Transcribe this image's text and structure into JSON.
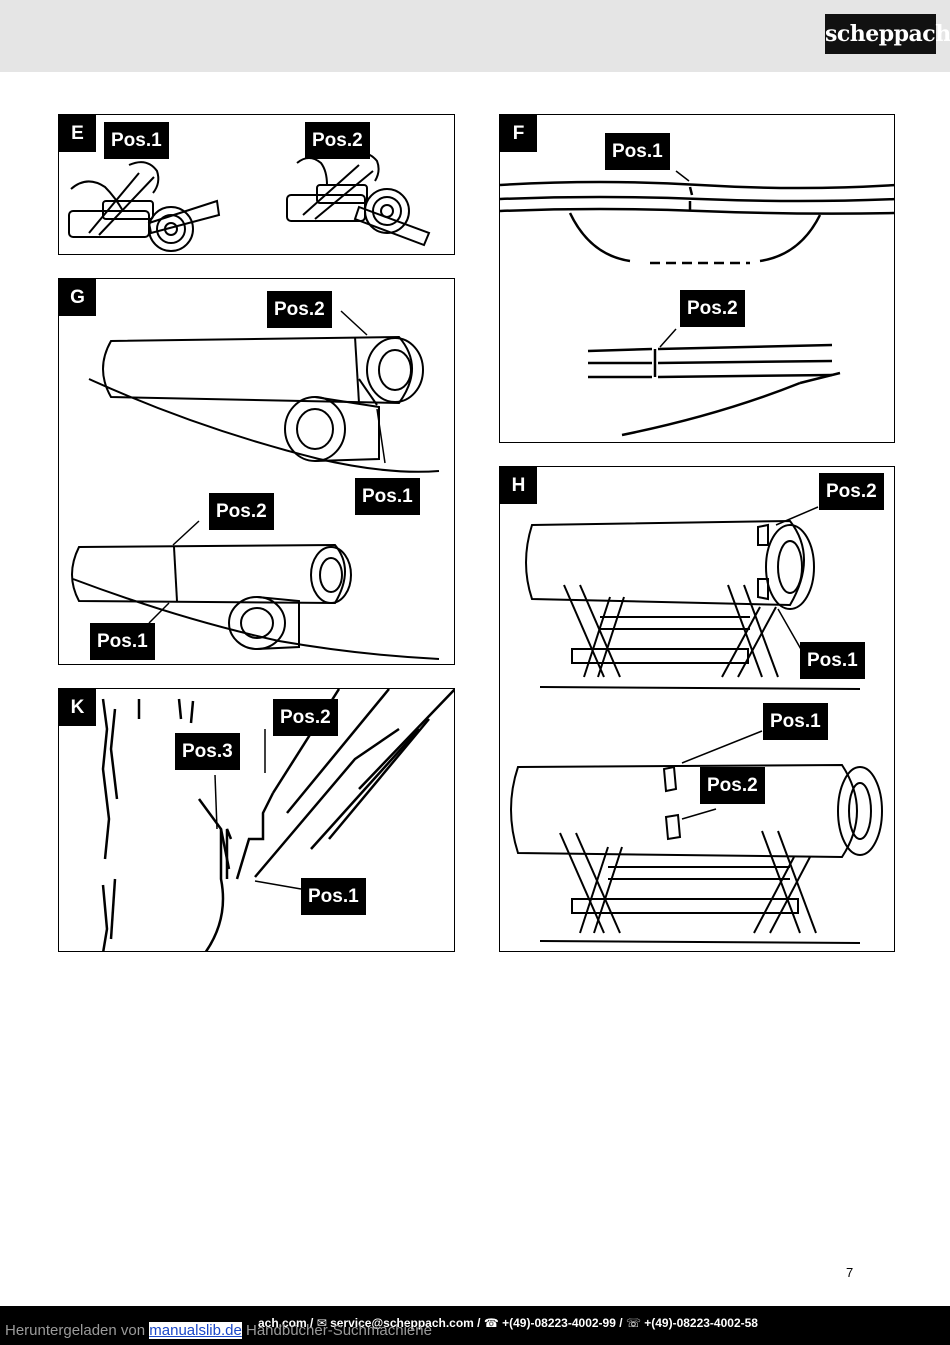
{
  "header": {
    "brand": "scheppach"
  },
  "panels": {
    "e": {
      "letter": "E",
      "pos1": "Pos.1",
      "pos2": "Pos.2"
    },
    "f": {
      "letter": "F",
      "pos1": "Pos.1",
      "pos2": "Pos.2"
    },
    "g": {
      "letter": "G",
      "pos2_top": "Pos.2",
      "pos1_top": "Pos.1",
      "pos2_bottom": "Pos.2",
      "pos1_bottom": "Pos.1"
    },
    "h": {
      "letter": "H",
      "pos2_top": "Pos.2",
      "pos1_top": "Pos.1",
      "pos1_bottom": "Pos.1",
      "pos2_bottom": "Pos.2"
    },
    "k": {
      "letter": "K",
      "pos2": "Pos.2",
      "pos3": "Pos.3",
      "pos1": "Pos.1"
    }
  },
  "page_number": "7",
  "footer": {
    "contact": "ach.com / ✉ service@scheppach.com / ☎ +(49)-08223-4002-99 / ☏ +(49)-08223-4002-58",
    "download_prefix": "Heruntergeladen von ",
    "download_link": "manualslib.de",
    "download_suffix": " Handbücher-Suchmachiene"
  }
}
